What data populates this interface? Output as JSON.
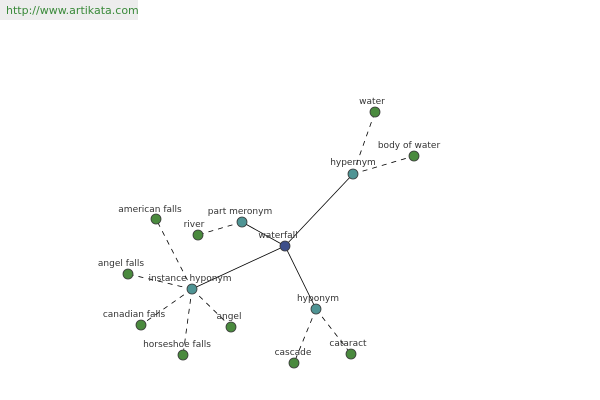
{
  "header": {
    "url": "http://www.artikata.com"
  },
  "colors": {
    "center_node": "#3d4f8a",
    "relation_node": "#4f9494",
    "leaf_node": "#4a8a3e"
  },
  "graph": {
    "nodes": [
      {
        "id": "waterfall",
        "label": "waterfall",
        "kind": "center"
      },
      {
        "id": "hypernym",
        "label": "hypernym",
        "kind": "relation"
      },
      {
        "id": "hyponym",
        "label": "hyponym",
        "kind": "relation"
      },
      {
        "id": "part_meronym",
        "label": "part meronym",
        "kind": "relation"
      },
      {
        "id": "instance_hyponym",
        "label": "instance hyponym",
        "kind": "relation"
      },
      {
        "id": "water",
        "label": "water",
        "kind": "leaf"
      },
      {
        "id": "body_of_water",
        "label": "body of water",
        "kind": "leaf"
      },
      {
        "id": "river",
        "label": "river",
        "kind": "leaf"
      },
      {
        "id": "american_falls",
        "label": "american falls",
        "kind": "leaf"
      },
      {
        "id": "angel_falls",
        "label": "angel falls",
        "kind": "leaf"
      },
      {
        "id": "canadian_falls",
        "label": "canadian falls",
        "kind": "leaf"
      },
      {
        "id": "horseshoe_falls",
        "label": "horseshoe falls",
        "kind": "leaf"
      },
      {
        "id": "angel",
        "label": "angel",
        "kind": "leaf"
      },
      {
        "id": "cascade",
        "label": "cascade",
        "kind": "leaf"
      },
      {
        "id": "cataract",
        "label": "cataract",
        "kind": "leaf"
      }
    ],
    "edges": [
      {
        "from": "waterfall",
        "to": "hypernym",
        "style": "solid"
      },
      {
        "from": "waterfall",
        "to": "hyponym",
        "style": "solid"
      },
      {
        "from": "waterfall",
        "to": "part_meronym",
        "style": "solid"
      },
      {
        "from": "waterfall",
        "to": "instance_hyponym",
        "style": "solid"
      },
      {
        "from": "hypernym",
        "to": "water",
        "style": "dashed"
      },
      {
        "from": "hypernym",
        "to": "body_of_water",
        "style": "dashed"
      },
      {
        "from": "part_meronym",
        "to": "river",
        "style": "dashed"
      },
      {
        "from": "instance_hyponym",
        "to": "american_falls",
        "style": "dashed"
      },
      {
        "from": "instance_hyponym",
        "to": "angel_falls",
        "style": "dashed"
      },
      {
        "from": "instance_hyponym",
        "to": "canadian_falls",
        "style": "dashed"
      },
      {
        "from": "instance_hyponym",
        "to": "horseshoe_falls",
        "style": "dashed"
      },
      {
        "from": "instance_hyponym",
        "to": "angel",
        "style": "dashed"
      },
      {
        "from": "hyponym",
        "to": "cascade",
        "style": "dashed"
      },
      {
        "from": "hyponym",
        "to": "cataract",
        "style": "dashed"
      }
    ]
  }
}
